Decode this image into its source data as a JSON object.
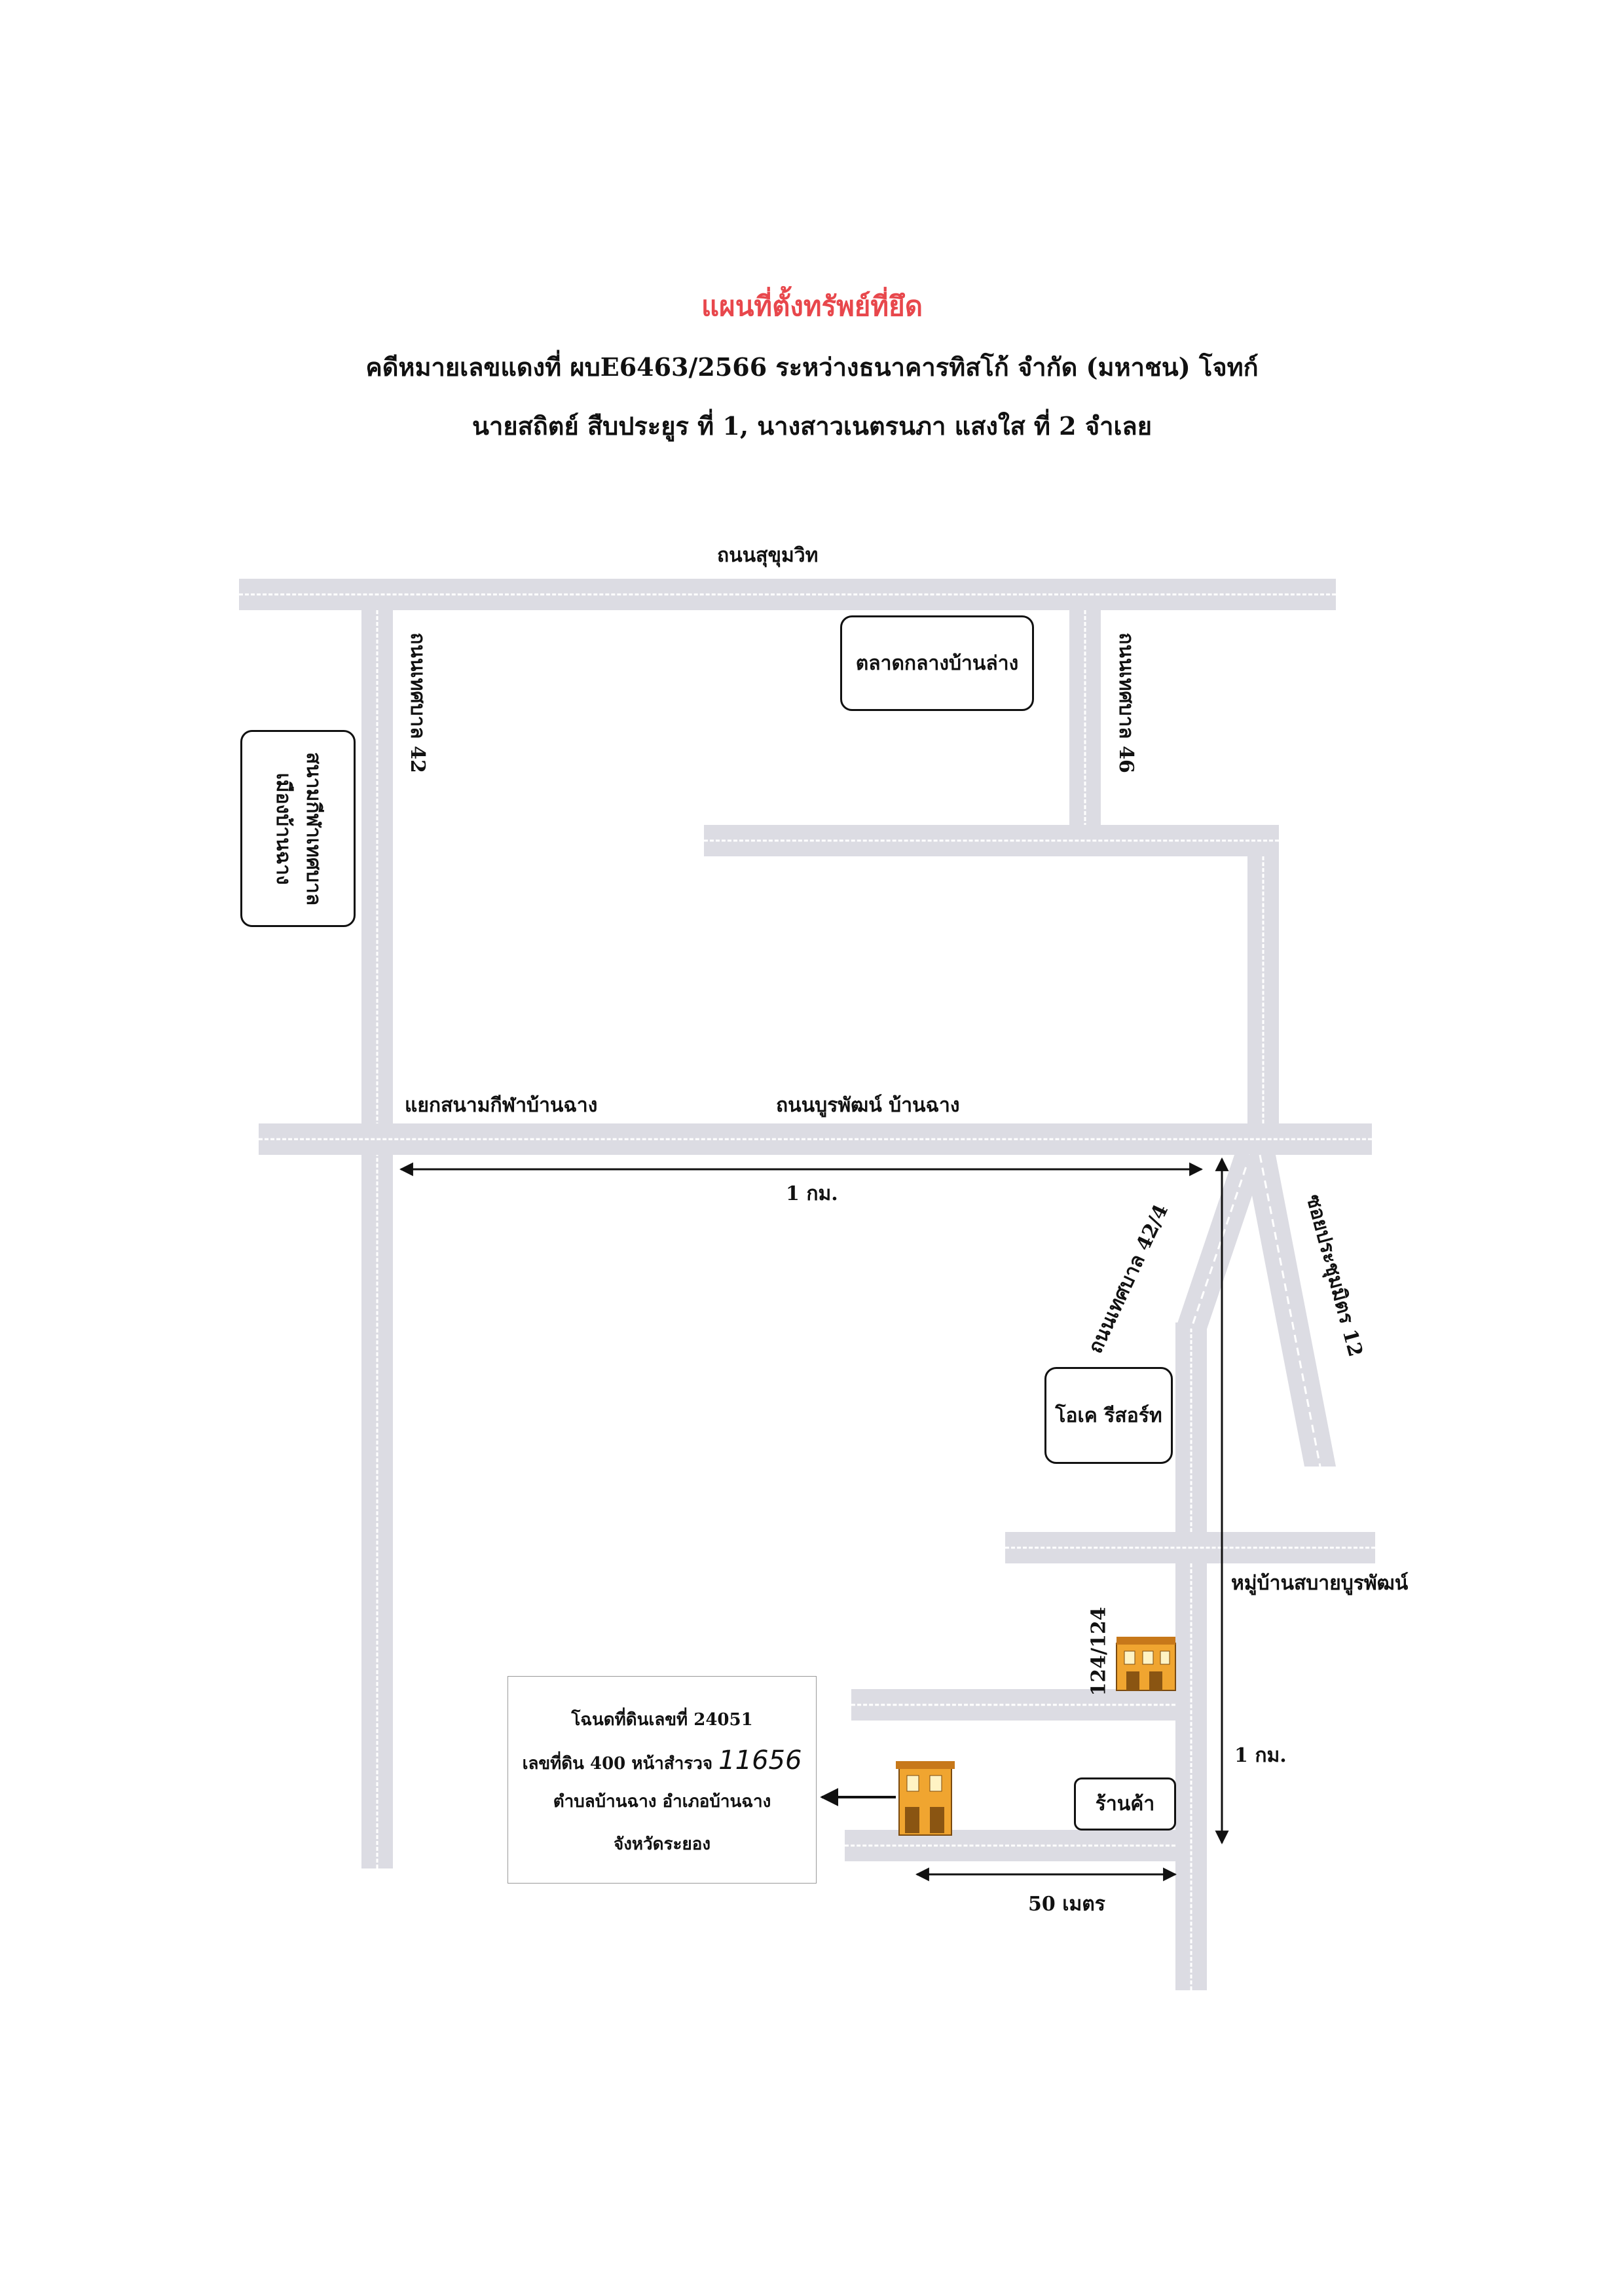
{
  "header": {
    "title": "แผนที่ตั้งทรัพย์ที่ยึด",
    "line1": "คดีหมายเลขแดงที่ ผบE6463/2566 ระหว่างธนาคารทิสโก้ จำกัด (มหาชน) โจทก์",
    "line2": "นายสถิตย์  สืบประยูร ที่ 1, นางสาวเนตรนภา  แสงใส ที่ 2 จำเลย"
  },
  "roads": {
    "sukhumvit": "ถนนสุขุมวิท",
    "thesaban42": "ถนนเทศบาล 42",
    "thesaban46": "ถนนเทศบาล 46",
    "boonpat": "ถนนบูรพัฒน์ บ้านฉาง",
    "thesaban42_4": "ถนนเทศบาล 42/4",
    "soi_prachumit12": "ซอยประชุมมิตร 12",
    "junction": "แยกสนามกีฬาบ้านฉาง"
  },
  "landmarks": {
    "market": "ตลาดกลางบ้านล่าง",
    "stadium_line1": "สนามกีฬาเทศบาล",
    "stadium_line2": "เมืองบ้านฉาง",
    "resort": "โอเค รีสอร์ท",
    "village": "หมู่บ้านสบายบูรพัฒน์",
    "shop": "ร้านค้า",
    "house_number": "124/124"
  },
  "distances": {
    "horizontal": "1 กม.",
    "vertical": "1 กม.",
    "short": "50 เมตร"
  },
  "deed_info": {
    "line1": "โฉนดที่ดินเลขที่ 24051",
    "line2_prefix": "เลขที่ดิน 400 หน้าสำรวจ",
    "line2_handwritten": "11656",
    "line3": "ตำบลบ้านฉาง อำเภอบ้านฉาง",
    "line4": "จังหวัดระยอง"
  },
  "colors": {
    "title": "#e8474c",
    "road": "#dcdce3",
    "house": "#f0a530"
  }
}
